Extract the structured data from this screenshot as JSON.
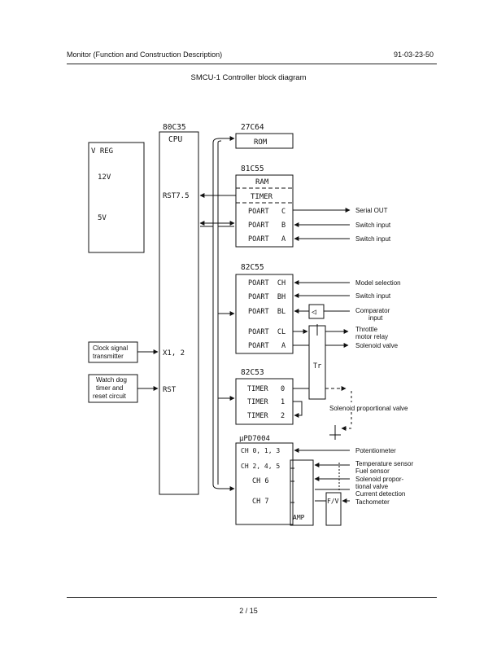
{
  "header": {
    "left": "Monitor (Function and Construction Description)",
    "right": "91-03-23-50"
  },
  "title": "SMCU-1  Controller block diagram",
  "footer": {
    "page": "2 / 15"
  },
  "blocks": {
    "vreg": {
      "label": "V  REG",
      "v12": "12V",
      "v5": "5V"
    },
    "cpu": {
      "chip": "80C35",
      "label": "CPU",
      "rst75": "RST7.5",
      "x12": "X1, 2",
      "rst": "RST"
    },
    "rom": {
      "chip": "27C64",
      "label": "ROM"
    },
    "c8155": {
      "chip": "81C55",
      "ram": "RAM",
      "timer": "TIMER",
      "ports": [
        "POART   C",
        "POART   B",
        "POART   A"
      ]
    },
    "c8255": {
      "chip": "82C55",
      "ports": [
        "POART  CH",
        "POART  BH",
        "POART  BL",
        "POART  CL",
        "POART   A"
      ]
    },
    "c8253": {
      "chip": "82C53",
      "timers": [
        "TIMER   0",
        "TIMER   1",
        "TIMER   2"
      ]
    },
    "adc": {
      "chip": "μPD7004",
      "channels": [
        "CH 0, 1, 3",
        "CH 2, 4, 5",
        "CH 6",
        "CH 7"
      ],
      "amp": "AMP",
      "fv": "F/V"
    },
    "tr": "Tr",
    "clock": {
      "line1": "Clock signal",
      "line2": "transmitter"
    },
    "watchdog": {
      "line1": "Watch dog",
      "line2": "timer and",
      "line3": "reset circuit"
    }
  },
  "signals": {
    "serial_out": "Serial OUT",
    "switch_input_1": "Switch input",
    "switch_input_2": "Switch input",
    "model_selection": "Model selection",
    "switch_input_3": "Switch input",
    "comparator": {
      "line1": "Comparator",
      "line2": "input"
    },
    "throttle": {
      "line1": "Throttle",
      "line2": "motor relay"
    },
    "solenoid_valve": "Solenoid valve",
    "solenoid_prop_valve": "Solenoid  proportional valve",
    "potentiometer": "Potentiometer",
    "temp_sensor": "Temperature sensor",
    "fuel_sensor": "Fuel sensor",
    "sol_prop": {
      "line1": "Solenoid  propor-",
      "line2": "tional valve"
    },
    "current_detection": "Current detection",
    "tachometer": "Tachometer"
  }
}
